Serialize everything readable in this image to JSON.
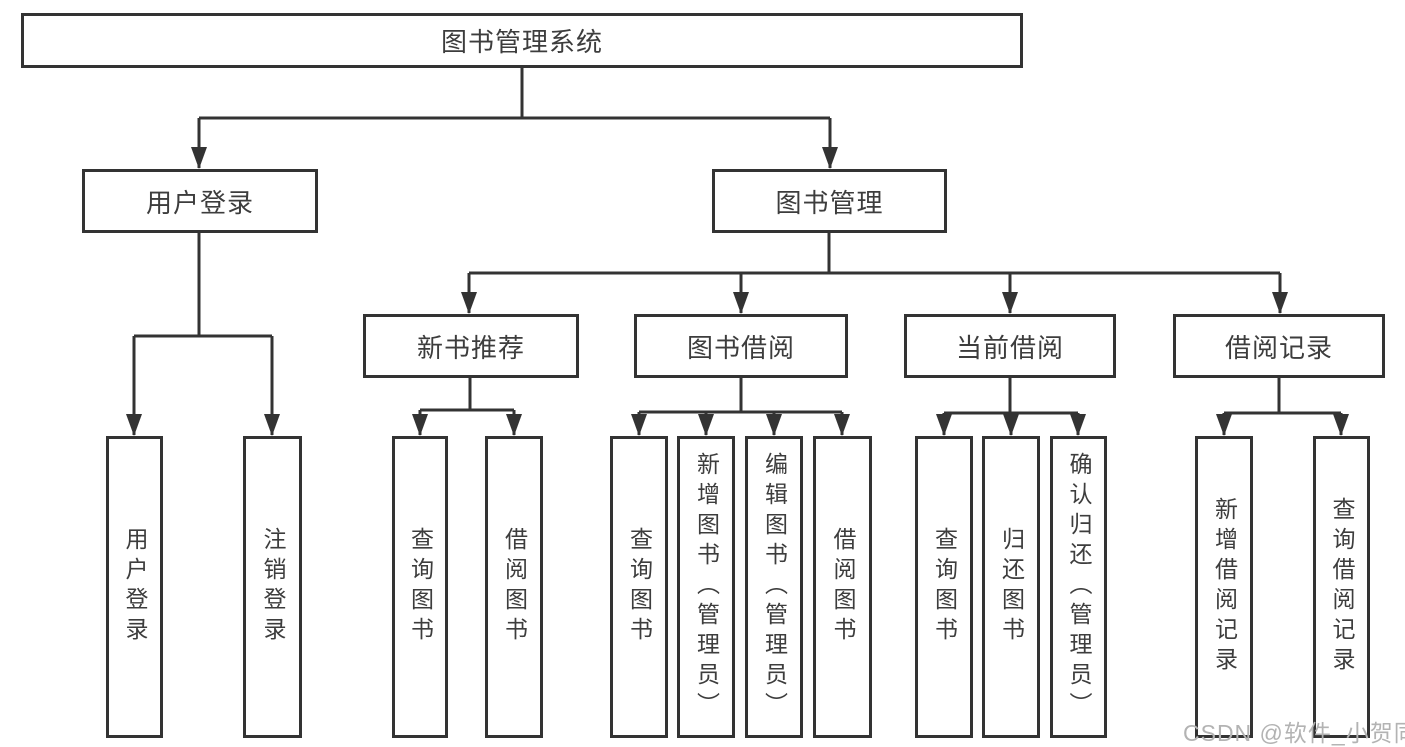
{
  "title": "图书管理系统",
  "watermark": "CSDN @软件_小贺同学",
  "colors": {
    "line": "#333333",
    "box_border": "#333333",
    "text": "#3d3d3d",
    "background": "#ffffff",
    "watermark": "#b3b3b3"
  },
  "tree": {
    "root": "图书管理系统",
    "branches": [
      {
        "label": "用户登录",
        "children": [
          "用户登录",
          "注销登录"
        ]
      },
      {
        "label": "图书管理",
        "groups": [
          {
            "label": "新书推荐",
            "children": [
              "查询图书",
              "借阅图书"
            ]
          },
          {
            "label": "图书借阅",
            "children": [
              "查询图书",
              "新增图书（管理员）",
              "编辑图书（管理员）",
              "借阅图书"
            ]
          },
          {
            "label": "当前借阅",
            "children": [
              "查询图书",
              "归还图书",
              "确认归还（管理员）"
            ]
          },
          {
            "label": "借阅记录",
            "children": [
              "新增借阅记录",
              "查询借阅记录"
            ]
          }
        ]
      }
    ]
  }
}
